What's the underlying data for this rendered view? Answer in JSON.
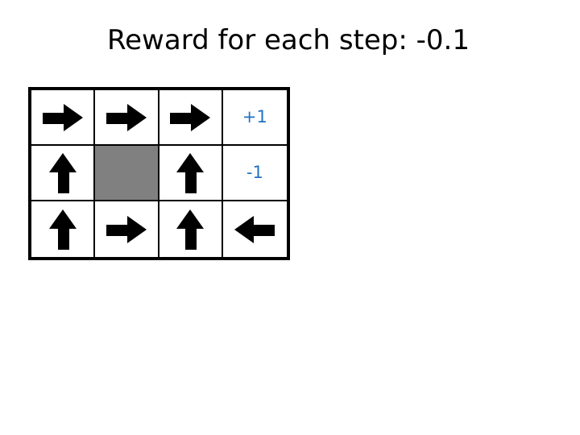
{
  "slide": {
    "title": "Reward for each step: -0.1",
    "background_color": "#ffffff"
  },
  "gridworld": {
    "columns": 4,
    "rows": 3,
    "wall_color": "#808080",
    "border_color": "#000000",
    "arrow_color": "#000000",
    "terminal_positive_color": "#2272c4",
    "terminal_negative_color": "#2272c4",
    "cells": [
      {
        "row": 0,
        "col": 0,
        "type": "policy",
        "icon": "arrow-right-icon",
        "label": ""
      },
      {
        "row": 0,
        "col": 1,
        "type": "policy",
        "icon": "arrow-right-icon",
        "label": ""
      },
      {
        "row": 0,
        "col": 2,
        "type": "policy",
        "icon": "arrow-right-icon",
        "label": ""
      },
      {
        "row": 0,
        "col": 3,
        "type": "terminal",
        "icon": "",
        "label": "+1"
      },
      {
        "row": 1,
        "col": 0,
        "type": "policy",
        "icon": "arrow-up-icon",
        "label": ""
      },
      {
        "row": 1,
        "col": 1,
        "type": "wall",
        "icon": "",
        "label": ""
      },
      {
        "row": 1,
        "col": 2,
        "type": "policy",
        "icon": "arrow-up-icon",
        "label": ""
      },
      {
        "row": 1,
        "col": 3,
        "type": "terminal",
        "icon": "",
        "label": "-1"
      },
      {
        "row": 2,
        "col": 0,
        "type": "policy",
        "icon": "arrow-up-icon",
        "label": ""
      },
      {
        "row": 2,
        "col": 1,
        "type": "policy",
        "icon": "arrow-right-icon",
        "label": ""
      },
      {
        "row": 2,
        "col": 2,
        "type": "policy",
        "icon": "arrow-up-icon",
        "label": ""
      },
      {
        "row": 2,
        "col": 3,
        "type": "policy",
        "icon": "arrow-left-icon",
        "label": ""
      }
    ]
  }
}
